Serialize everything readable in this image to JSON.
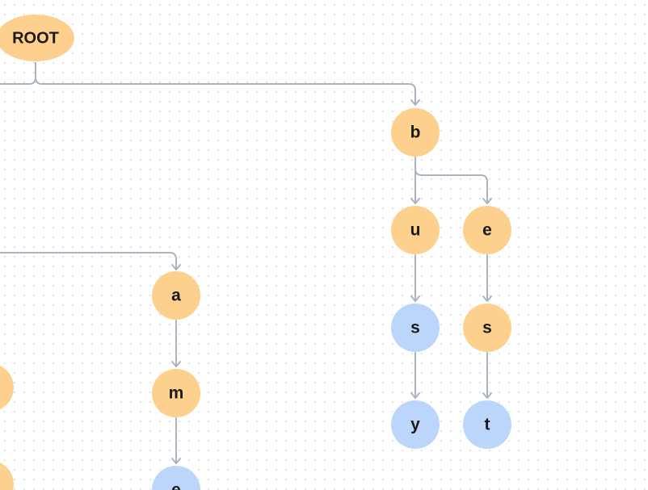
{
  "diagram": {
    "colors": {
      "default_node": "#fdd08e",
      "terminal_node": "#bcd6fb",
      "edge": "#a9b4bf"
    },
    "nodes": [
      {
        "id": "root",
        "label": "ROOT",
        "terminal": false
      },
      {
        "id": "b",
        "label": "b",
        "terminal": false
      },
      {
        "id": "bu",
        "label": "u",
        "terminal": false
      },
      {
        "id": "be",
        "label": "e",
        "terminal": false
      },
      {
        "id": "bus",
        "label": "s",
        "terminal": true
      },
      {
        "id": "bes",
        "label": "s",
        "terminal": false
      },
      {
        "id": "busy",
        "label": "y",
        "terminal": true
      },
      {
        "id": "best",
        "label": "t",
        "terminal": true
      },
      {
        "id": "a",
        "label": "a",
        "terminal": false
      },
      {
        "id": "am",
        "label": "m",
        "terminal": false
      },
      {
        "id": "ame",
        "label": "e",
        "terminal": true
      },
      {
        "id": "left1",
        "label": "",
        "terminal": false
      },
      {
        "id": "left2",
        "label": "",
        "terminal": false
      }
    ],
    "edges": [
      {
        "from": "root",
        "to": "b"
      },
      {
        "from": "b",
        "to": "bu"
      },
      {
        "from": "b",
        "to": "be"
      },
      {
        "from": "bu",
        "to": "bus"
      },
      {
        "from": "be",
        "to": "bes"
      },
      {
        "from": "bus",
        "to": "busy"
      },
      {
        "from": "bes",
        "to": "best"
      },
      {
        "from": "root",
        "to": "a"
      },
      {
        "from": "a",
        "to": "am"
      },
      {
        "from": "am",
        "to": "ame"
      }
    ]
  }
}
